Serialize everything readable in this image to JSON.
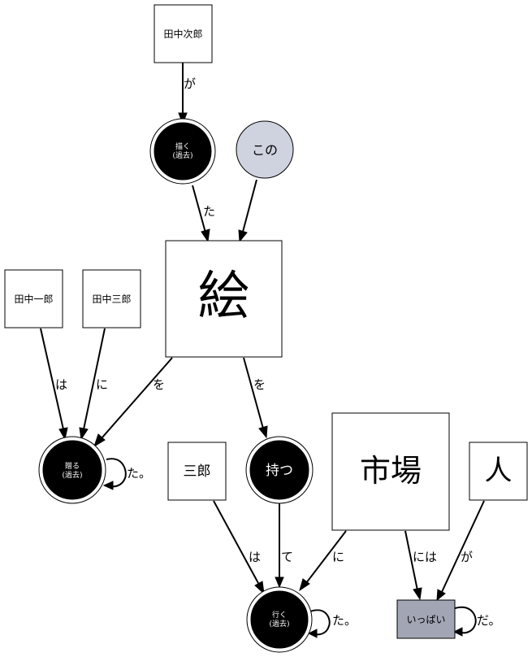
{
  "nodes": {
    "tanaka_jiro": "田中次郎",
    "egaku": [
      "描く",
      "(過去)"
    ],
    "kono": "この",
    "e": "絵",
    "tanaka_ichiro": "田中一郎",
    "tanaka_saburo": "田中三郎",
    "okuru": [
      "贈る",
      "(過去)"
    ],
    "saburo": "三郎",
    "motsu": "持つ",
    "ichiba": "市場",
    "hito": "人",
    "iku": [
      "行く",
      "(過去)"
    ],
    "ippai": "いっぱい"
  },
  "edges": {
    "jiro_egaku": "が",
    "egaku_e": "た",
    "e_okuru": "を",
    "e_motsu": "を",
    "ichiro_okuru": "は",
    "saburo3_okuru": "に",
    "okuru_self": "た。",
    "saburo_iku": "は",
    "motsu_iku": "て",
    "ichiba_iku": "に",
    "iku_self": "た。",
    "ichiba_ippai": "には",
    "hito_ippai": "が",
    "ippai_self": "だ。"
  }
}
